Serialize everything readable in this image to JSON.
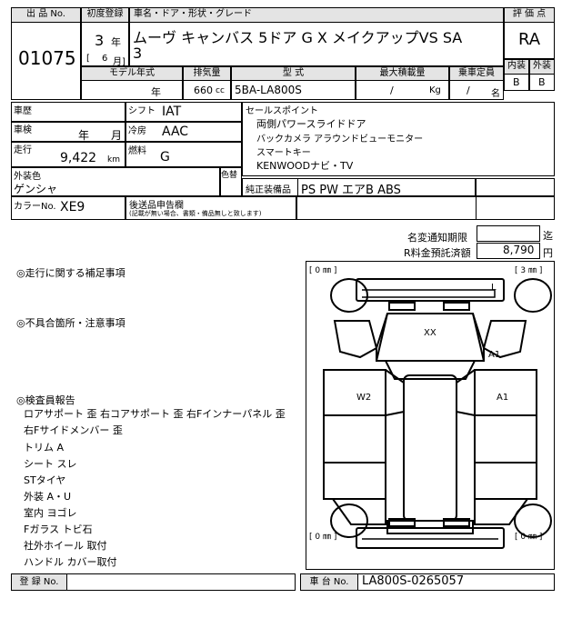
{
  "header": {
    "lot_no_label": "出 品 No.",
    "lot_no": "01075",
    "first_reg_label": "初度登録",
    "year_value": "3",
    "year_unit": "年",
    "month_bracket_open": "[",
    "month_value": "6",
    "month_unit": "月]",
    "name_label": "車名・ドア・形状・グレード",
    "car_name_line1": "ムーヴ キャンバス 5ドア G X メイクアップVS SA",
    "car_name_line2": "3",
    "model_year_label": "モデル年式",
    "model_year_unit": "年",
    "displacement_label": "排気量",
    "displacement_value": "660",
    "displacement_unit": "cc",
    "type_label": "型 式",
    "type_value": "5BA-LA800S",
    "max_load_label": "最大積載量",
    "max_load_slash": "/",
    "max_load_unit": "Kg",
    "capacity_label": "乗車定員",
    "capacity_slash": "/",
    "capacity_unit": "名",
    "score_label": "評 価 点",
    "score_value": "RA",
    "interior_label": "内装",
    "exterior_label": "外装",
    "interior_grade": "B",
    "exterior_grade": "B"
  },
  "specs": {
    "history_label": "車歴",
    "shift_label": "シフト",
    "shift_value": "IAT",
    "inspection_label": "車検",
    "inspection_year_unit": "年",
    "inspection_month_unit": "月",
    "ac_label": "冷房",
    "ac_value": "AAC",
    "mileage_label": "走行",
    "mileage_value": "9,422",
    "mileage_unit": "km",
    "fuel_label": "燃料",
    "fuel_value": "G",
    "color_label": "外装色",
    "color_value": "ゲンシャ",
    "repaint_label": "色替",
    "color_no_label": "カラーNo.",
    "color_no_value": "XE9",
    "docs_label": "後送品申告欄",
    "docs_note": "(記載が無い場合、書類・備品無しと致します)",
    "sales_points_label": "セールスポイント",
    "sales_points": [
      "両側パワースライドドア",
      "バックカメラ アラウンドビューモニター",
      "スマートキー",
      "KENWOODナビ・TV"
    ],
    "equip_label": "純正装備品",
    "equip_value": "PS PW エアB ABS"
  },
  "fees": {
    "title_change_label": "名変通知期限",
    "title_change_unit": "迄",
    "recycle_label": "R料金預託済額",
    "recycle_value": "8,790",
    "recycle_unit": "円"
  },
  "notes": {
    "driving_label": "◎走行に関する補足事項",
    "defects_label": "◎不具合箇所・注意事項",
    "inspector_label": "◎検査員報告",
    "inspector_lines": [
      "ロアサポート 歪 右コアサポート 歪 右Fインナーパネル 歪",
      "右Fサイドメンバー 歪",
      "トリム A",
      "シート スレ",
      "STタイヤ",
      "外装 A・U",
      "室内 ヨゴレ",
      "Fガラス トビ石",
      "社外ホイール 取付",
      "ハンドル カバー取付"
    ]
  },
  "diagram": {
    "tire_tl": "[ 0 ㎜ ]",
    "tire_tr": "[ 3 ㎜ ]",
    "tire_bl": "[ 0 ㎜ ]",
    "tire_br": "[ 0 ㎜ ]",
    "mark_l": "L",
    "mark_hood": "XX",
    "mark_right_front": "A1",
    "mark_left_door": "W2",
    "mark_right_door": "A1"
  },
  "footer": {
    "reg_no_label": "登 録 No.",
    "chassis_label": "車 台 No.",
    "chassis_value": "LA800S-0265057"
  }
}
